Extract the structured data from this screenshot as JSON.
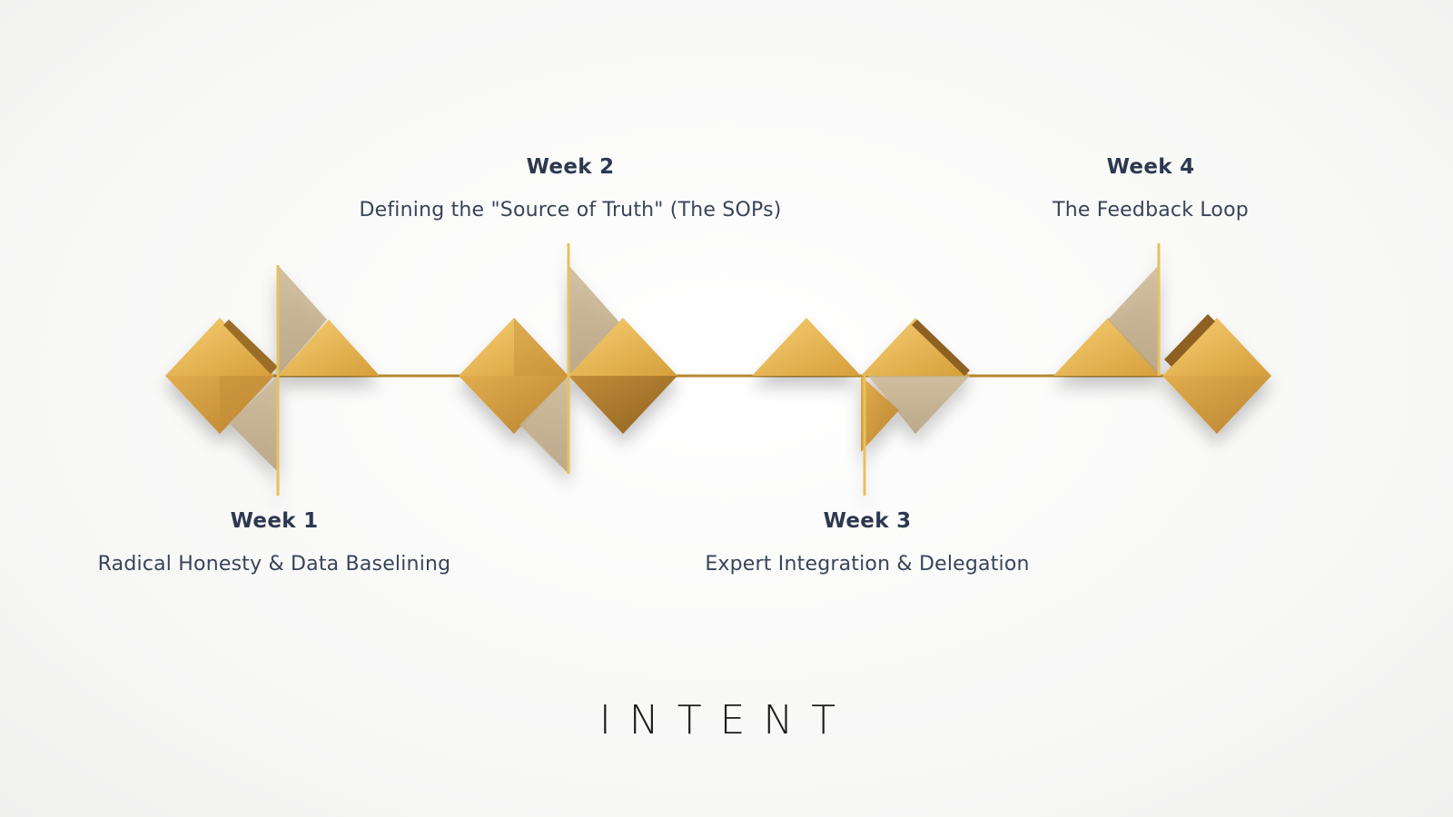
{
  "milestones": [
    {
      "title": "Week 1",
      "description": "Radical Honesty & Data Baselining"
    },
    {
      "title": "Week 2",
      "description": "Defining the \"Source of Truth\" (The SOPs)"
    },
    {
      "title": "Week 3",
      "description": "Expert Integration & Delegation"
    },
    {
      "title": "Week 4",
      "description": "The Feedback Loop"
    }
  ],
  "brand": {
    "logo_text": "INTENT"
  },
  "colors": {
    "gold_light": "#f3c35f",
    "gold_mid": "#d9a441",
    "gold_dark": "#a87524",
    "translucent_panel": "#c8b596",
    "timeline_line": "#b8892f",
    "text": "#2d3850"
  },
  "icons": [
    "gold-origami-diamond-icon"
  ]
}
